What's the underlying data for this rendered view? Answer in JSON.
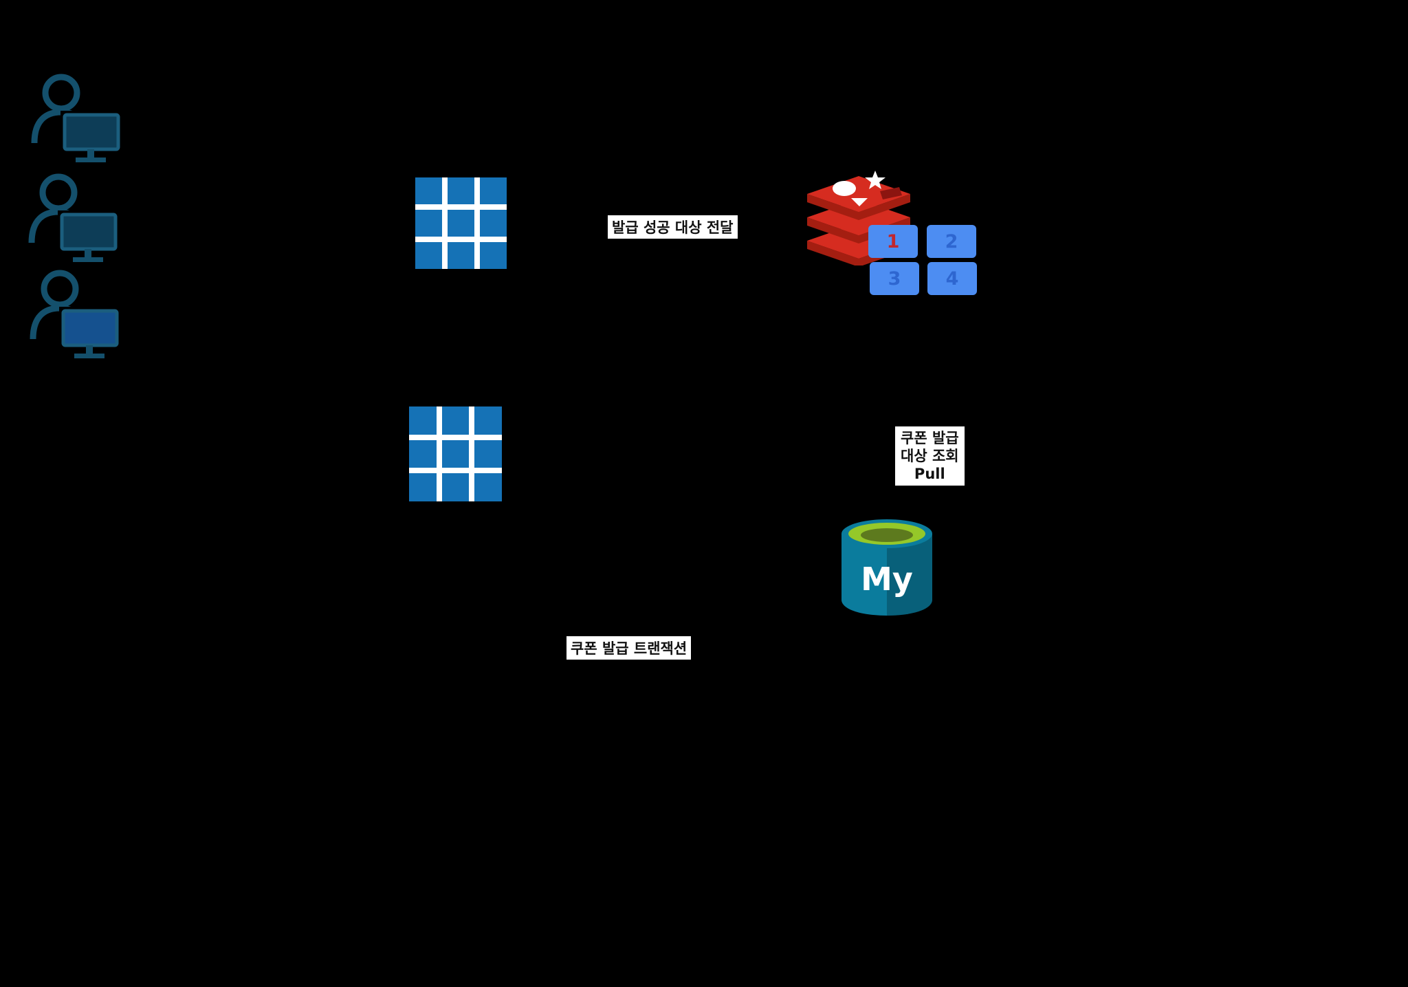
{
  "diagram": {
    "background_color": "#000000",
    "labels": {
      "success_delivery": "발급 성공 대상 전달",
      "pull_line1": "쿠폰 발급",
      "pull_line2": "대상 조회",
      "pull_line3": "Pull",
      "coupon_transaction": "쿠폰 발급 트랜잭션"
    },
    "redis": {
      "slots": [
        "1",
        "2",
        "3",
        "4"
      ]
    },
    "mysql": {
      "label": "My"
    },
    "icons": {
      "user_icon": "user-with-computer",
      "grid_icon": "blue-service-grid",
      "redis_icon": "redis-database",
      "mysql_icon": "mysql-database"
    },
    "colors": {
      "grid_blue": "#1572b6",
      "slot_blue": "#4d8df2",
      "slot_number_red": "#c1272d",
      "user_teal": "#14506c",
      "redis_red": "#d62c20",
      "redis_dark_red": "#a41e11",
      "mysql_teal": "#0b7c9d",
      "mysql_green": "#95c829",
      "label_bg": "#ffffff"
    }
  }
}
